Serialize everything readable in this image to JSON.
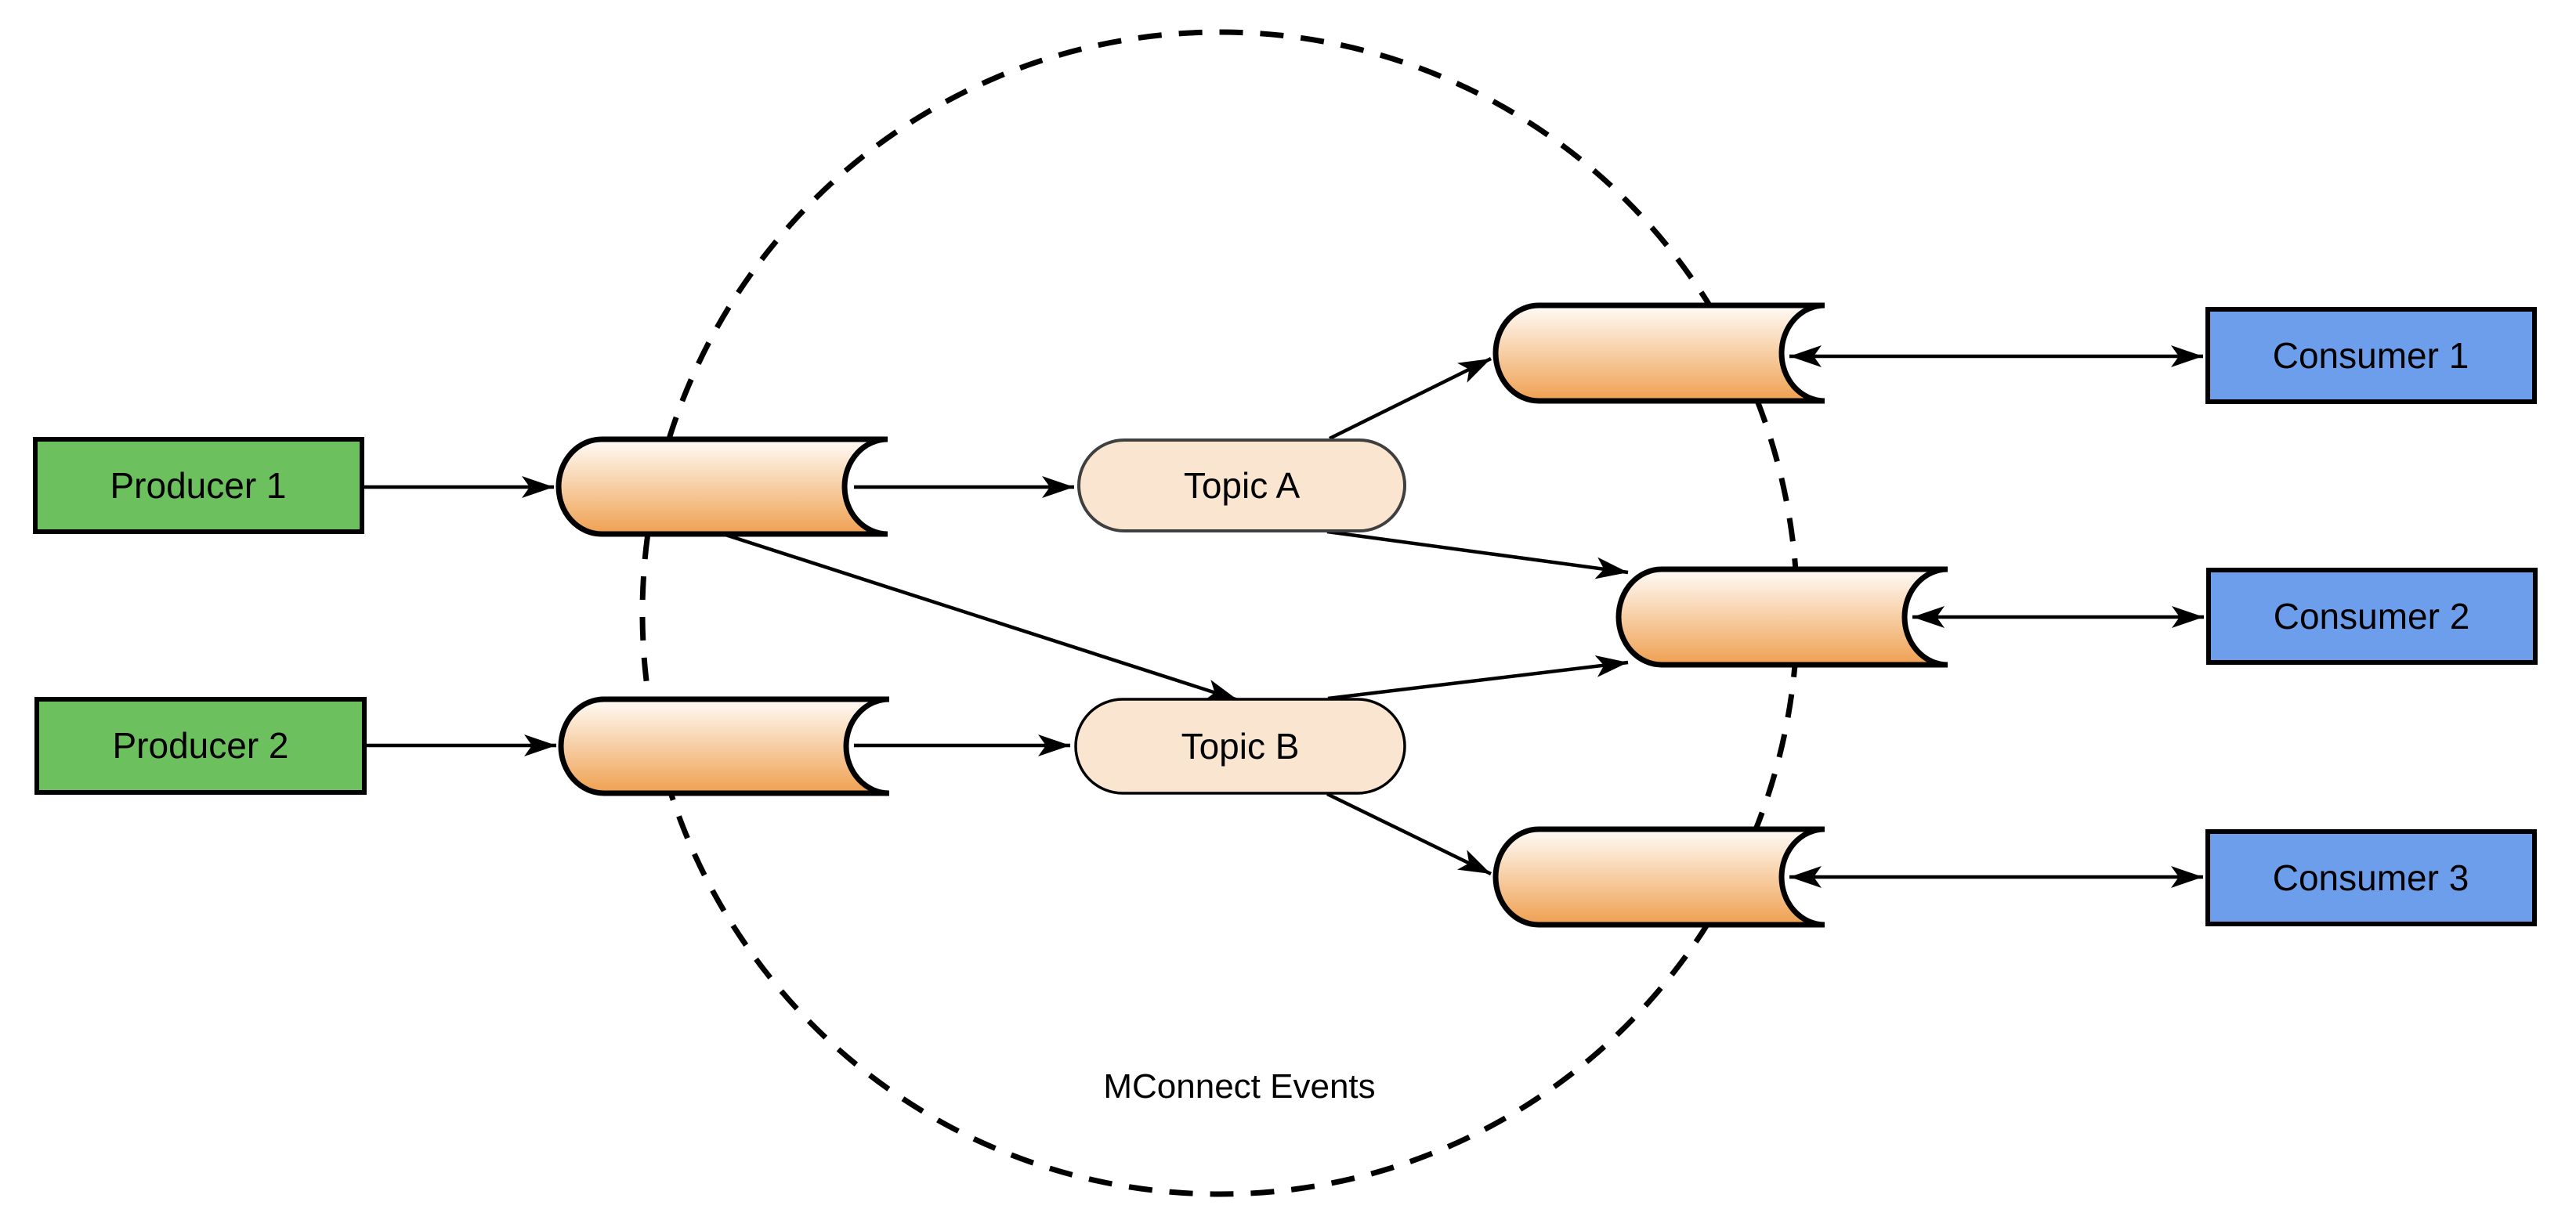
{
  "diagram": {
    "boundary_label": "MConnect Events",
    "producers": [
      {
        "label": "Producer 1"
      },
      {
        "label": "Producer 2"
      }
    ],
    "topics": [
      {
        "label": "Topic A"
      },
      {
        "label": "Topic B"
      }
    ],
    "consumers": [
      {
        "label": "Consumer 1"
      },
      {
        "label": "Consumer 2"
      },
      {
        "label": "Consumer 3"
      }
    ],
    "queue_count": 5,
    "edges": [
      {
        "from": "Producer 1",
        "to": "queue-1",
        "arrows": "end"
      },
      {
        "from": "Producer 2",
        "to": "queue-2",
        "arrows": "end"
      },
      {
        "from": "queue-1",
        "to": "Topic A",
        "arrows": "end"
      },
      {
        "from": "queue-1",
        "to": "Topic B",
        "arrows": "end"
      },
      {
        "from": "queue-2",
        "to": "Topic B",
        "arrows": "end"
      },
      {
        "from": "Topic A",
        "to": "queue-3",
        "arrows": "end"
      },
      {
        "from": "Topic A",
        "to": "queue-4",
        "arrows": "end"
      },
      {
        "from": "Topic B",
        "to": "queue-4",
        "arrows": "end"
      },
      {
        "from": "Topic B",
        "to": "queue-5",
        "arrows": "end"
      },
      {
        "from": "queue-3",
        "to": "Consumer 1",
        "arrows": "both"
      },
      {
        "from": "queue-4",
        "to": "Consumer 2",
        "arrows": "both"
      },
      {
        "from": "queue-5",
        "to": "Consumer 3",
        "arrows": "both"
      }
    ]
  },
  "colors": {
    "producer_fill": "#6CC05D",
    "consumer_fill": "#6D9EEB",
    "topic_fill": "#FAE5D0",
    "queue_gradient_top": "#FFFCF8",
    "queue_gradient_bottom": "#EFA050",
    "stroke": "#000000",
    "topic_a_stroke": "#3F3F3F"
  }
}
